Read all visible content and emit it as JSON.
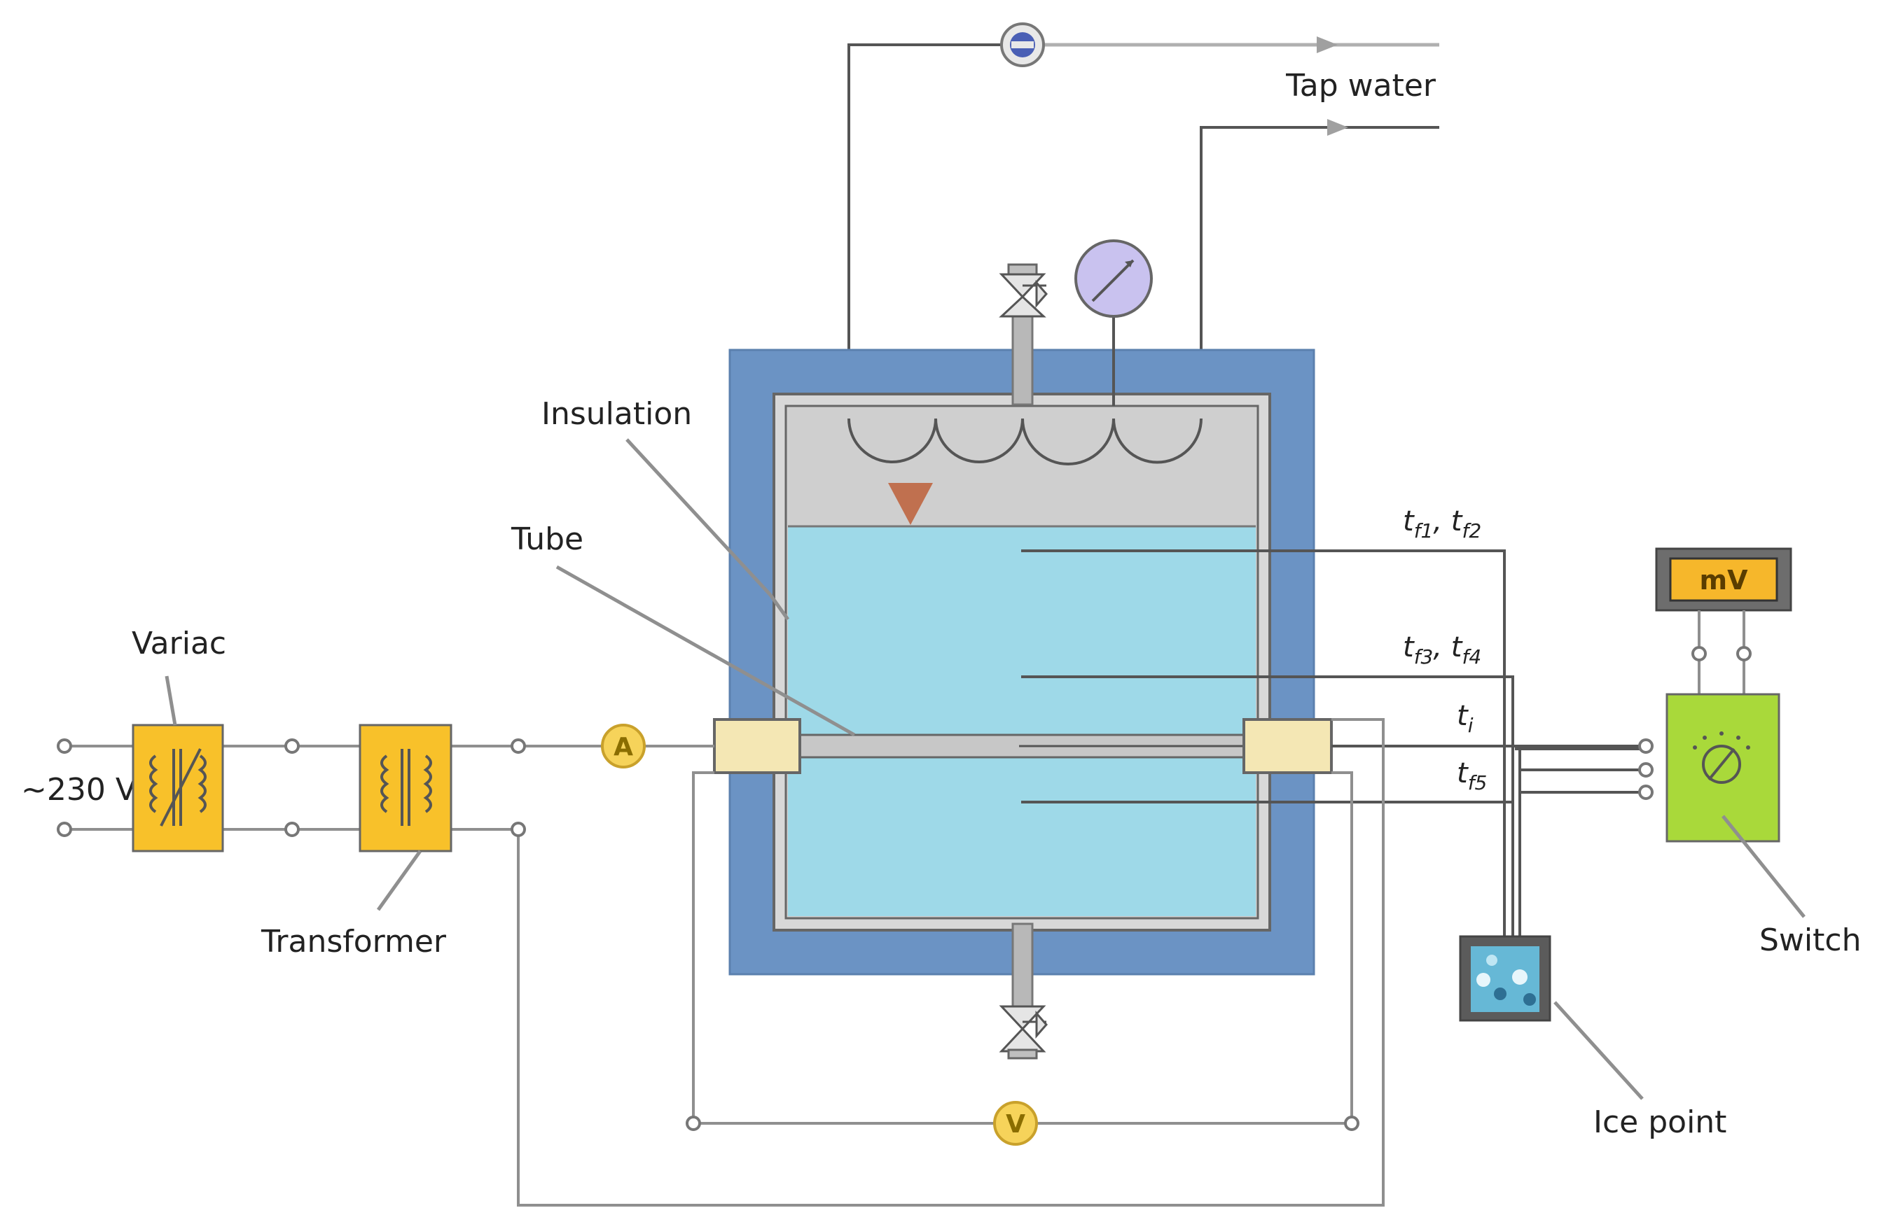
{
  "labels": {
    "tap_water": "Tap water",
    "insulation": "Insulation",
    "tube": "Tube",
    "variac": "Variac",
    "transformer": "Transformer",
    "supply": "~230 V",
    "switch": "Switch",
    "ice_point": "Ice point",
    "millivoltmeter": "mV",
    "ammeter": "A",
    "voltmeter": "V"
  },
  "thermocouples": [
    {
      "a": {
        "base": "t",
        "sub": "f1"
      },
      "b": {
        "base": "t",
        "sub": "f2"
      }
    },
    {
      "a": {
        "base": "t",
        "sub": "f3"
      },
      "b": {
        "base": "t",
        "sub": "f4"
      }
    },
    {
      "a": {
        "base": "t",
        "sub": "i"
      }
    },
    {
      "a": {
        "base": "t",
        "sub": "f5"
      }
    }
  ],
  "colors": {
    "outer_insulation": "#6b93c4",
    "water": "#9ed9e8",
    "steam_space": "#cfcfcf",
    "transformer_box": "#f8c12a",
    "switch_box": "#a9d93a",
    "meter": "#f6d35a",
    "gauge": "#c9c2ef"
  }
}
